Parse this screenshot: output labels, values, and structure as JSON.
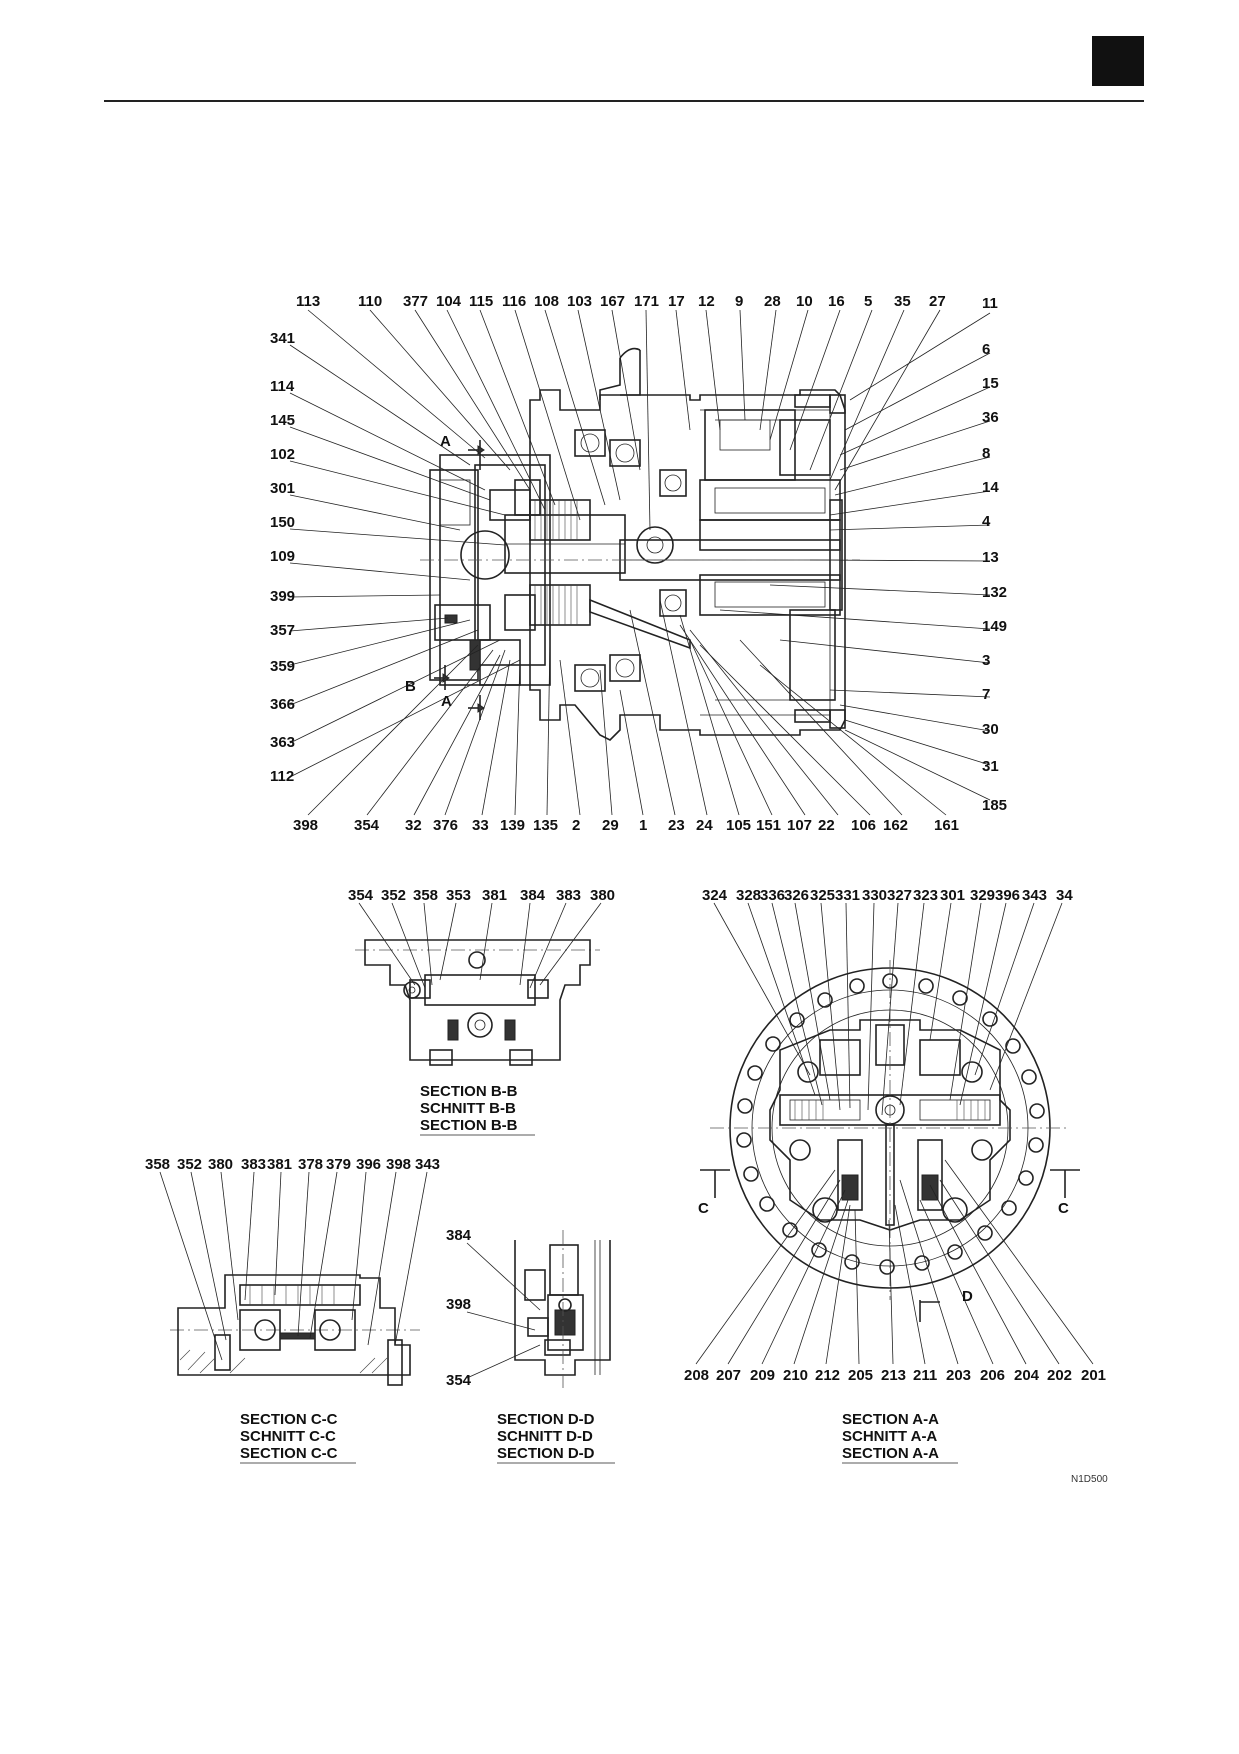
{
  "ref_code": "N1D500",
  "section_markers": {
    "a_top": "A",
    "a_bottom": "A",
    "b": "B",
    "c_left": "C",
    "c_right": "C",
    "d": "D"
  },
  "main_section": {
    "top_labels": [
      "113",
      "110",
      "377",
      "104",
      "115",
      "116",
      "108",
      "103",
      "167",
      "171",
      "17",
      "12",
      "9",
      "28",
      "10",
      "16",
      "5",
      "35",
      "27"
    ],
    "left_labels": [
      "341",
      "114",
      "145",
      "102",
      "301",
      "150",
      "109",
      "399",
      "357",
      "359",
      "366",
      "363",
      "112"
    ],
    "right_labels": [
      "11",
      "6",
      "15",
      "36",
      "8",
      "14",
      "4",
      "13",
      "132",
      "149",
      "3",
      "7",
      "30",
      "31",
      "185"
    ],
    "bottom_labels": [
      "398",
      "354",
      "32",
      "376",
      "33",
      "139",
      "135",
      "2",
      "29",
      "1",
      "23",
      "24",
      "105",
      "151",
      "107",
      "22",
      "106",
      "162",
      "161"
    ]
  },
  "section_bb": {
    "labels": [
      "354",
      "352",
      "358",
      "353",
      "381",
      "384",
      "383",
      "380"
    ],
    "caption": [
      "SECTION  B-B",
      "SCHNITT B-B",
      "SECTION B-B"
    ]
  },
  "section_aa": {
    "top_labels": [
      "324",
      "328",
      "336",
      "326",
      "325",
      "331",
      "330",
      "327",
      "323",
      "301",
      "329",
      "396",
      "343",
      "34"
    ],
    "bottom_labels": [
      "208",
      "207",
      "209",
      "210",
      "212",
      "205",
      "213",
      "211",
      "203",
      "206",
      "204",
      "202",
      "201"
    ],
    "caption": [
      "SECTION  A-A",
      "SCHNITT A-A",
      "SECTION A-A"
    ]
  },
  "section_cc": {
    "labels": [
      "358",
      "352",
      "380",
      "383",
      "381",
      "378",
      "379",
      "396",
      "398",
      "343"
    ],
    "caption": [
      "SECTION  C-C",
      "SCHNITT C-C",
      "SECTION C-C"
    ]
  },
  "section_dd": {
    "labels": [
      "384",
      "398",
      "354"
    ],
    "caption": [
      "SECTION  D-D",
      "SCHNITT D-D",
      "SECTION D-D"
    ]
  }
}
